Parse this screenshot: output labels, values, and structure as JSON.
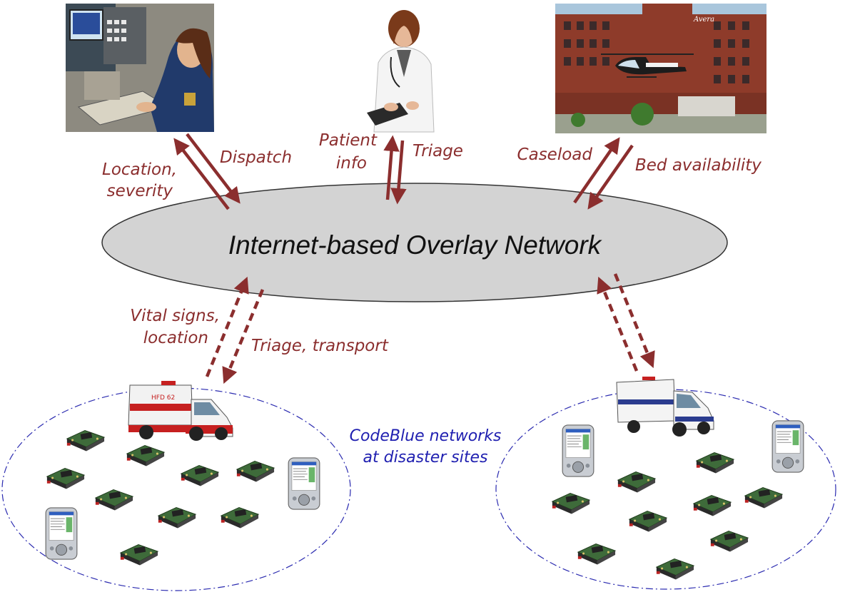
{
  "colors": {
    "arrow": "#8b2e2e",
    "label": "#8b2e2e",
    "cloud_fill": "#d3d3d3",
    "cloud_stroke": "#333333",
    "site_outline": "#2b2bb0",
    "site_label": "#1f1fb0"
  },
  "overlay": {
    "title": "Internet-based Overlay Network"
  },
  "nodes": {
    "dispatcher": {
      "icon": "dispatcher-photo-icon"
    },
    "doctor": {
      "icon": "doctor-with-tablet-icon"
    },
    "hospital": {
      "icon": "hospital-with-helicopter-icon"
    }
  },
  "flows": {
    "dispatch_up": {
      "line1": "Location,",
      "line2": "severity"
    },
    "dispatch_down": {
      "text": "Dispatch"
    },
    "doctor_up": {
      "line1": "Patient",
      "line2": "info"
    },
    "doctor_down": {
      "text": "Triage"
    },
    "hospital_up": {
      "text": "Caseload"
    },
    "hospital_down": {
      "text": "Bed availability"
    },
    "site_up": {
      "line1": "Vital signs,",
      "line2": "location"
    },
    "site_down": {
      "text": "Triage, transport"
    }
  },
  "sites": {
    "caption_line1": "CodeBlue networks",
    "caption_line2": "at disaster sites",
    "left": {
      "ambulance_label": "HFD 62",
      "icons": [
        "ambulance-icon",
        "sensor-mote-icon",
        "pda-icon"
      ]
    },
    "right": {
      "icons": [
        "ambulance-icon",
        "sensor-mote-icon",
        "pda-icon"
      ]
    }
  }
}
